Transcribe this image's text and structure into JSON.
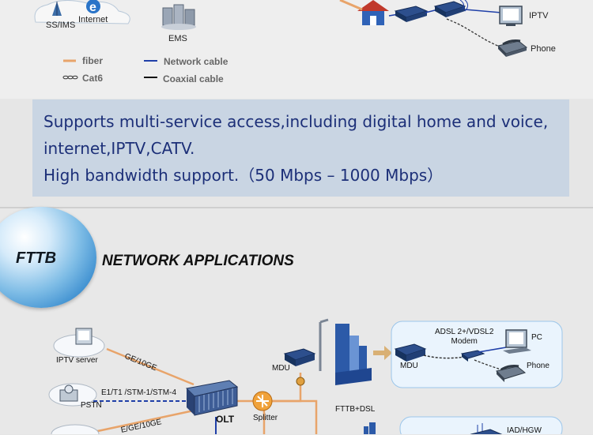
{
  "top": {
    "labels": {
      "ss_ims": "SS/IMS",
      "internet": "Internet",
      "ems": "EMS",
      "iptv": "IPTV",
      "phone": "Phone"
    },
    "legend": {
      "fiber": "fiber",
      "cat6": "Cat6",
      "network_cable": "Network cable",
      "coaxial_cable": "Coaxial cable"
    },
    "colors": {
      "fiber": "#e8a46a",
      "network": "#1f3fa8",
      "coax": "#111111"
    }
  },
  "banner": {
    "line1": "Supports multi-service access,including digital home and voice,",
    "line2": "internet,IPTV,CATV.",
    "line3": "High bandwidth support.（50 Mbps – 1000 Mbps）"
  },
  "section": {
    "badge": "FTTB",
    "title": "NETWORK APPLICATIONS"
  },
  "diagram": {
    "iptv_server": "IPTV server",
    "ge_10ge_1": "GE/10GE",
    "e1_link": "E1/T1 /STM-1/STM-4",
    "pstn": "PSTN",
    "ge_10ge_2": "E/GE/10GE",
    "olt": "OLT",
    "splitter": "Splitter",
    "mdu": "MDU",
    "fttb_dsl": "FTTB+DSL",
    "mdu2": "MDU",
    "modem": "ADSL 2+/VDSL2\nModem",
    "pc": "PC",
    "phone": "Phone",
    "iad_hgw": "IAD/HGW"
  }
}
